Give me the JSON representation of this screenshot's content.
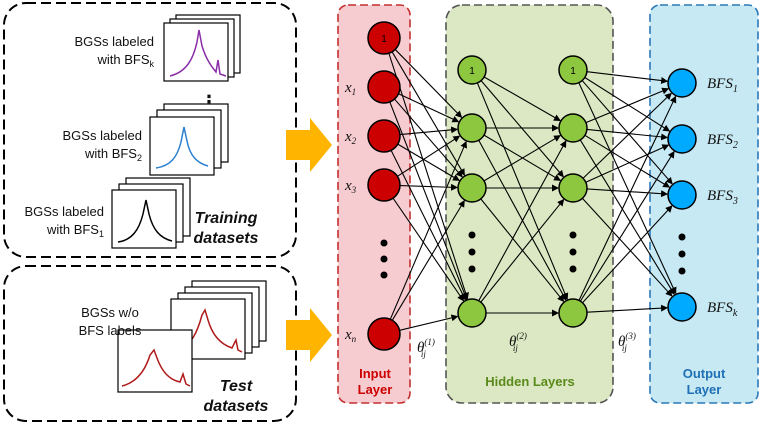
{
  "training": {
    "group_label_1": "Training",
    "group_label_2": "datasets",
    "sets": [
      {
        "line1": "BGSs labeled",
        "line2": "with BFS",
        "sub": "k",
        "color": "#8a2ea8"
      },
      {
        "line1": "BGSs labeled",
        "line2": "with BFS",
        "sub": "2",
        "color": "#2a7fd0"
      },
      {
        "line1": "BGSs labeled",
        "line2": "with BFS",
        "sub": "1",
        "color": "#000000"
      }
    ],
    "ellipsis": "⋮"
  },
  "test": {
    "group_label_1": "Test",
    "group_label_2": "datasets",
    "line1": "BGSs w/o",
    "line2": "BFS labels",
    "color": "#b01a1a"
  },
  "input_layer": {
    "title_1": "Input",
    "title_2": "Layer",
    "bias": "1",
    "labels": [
      "x",
      "x",
      "x",
      "x"
    ],
    "subs": [
      "1",
      "2",
      "3",
      "n"
    ],
    "color": "#cc0000",
    "title_color": "#cc0000"
  },
  "hidden_layers": {
    "title": "Hidden Layers",
    "bias": "1",
    "color": "#8dc63f",
    "title_color": "#5a8a1a"
  },
  "output_layer": {
    "title_1": "Output",
    "title_2": "Layer",
    "labels": [
      "BFS",
      "BFS",
      "BFS",
      "BFS"
    ],
    "subs": [
      "1",
      "2",
      "3",
      "k"
    ],
    "color": "#00aaff",
    "title_color": "#1f6fb5"
  },
  "weights": {
    "symbol": "θ",
    "sub": "ij",
    "sups": [
      "(1)",
      "(2)",
      "(3)"
    ]
  },
  "arrow_color": "#ffb400"
}
